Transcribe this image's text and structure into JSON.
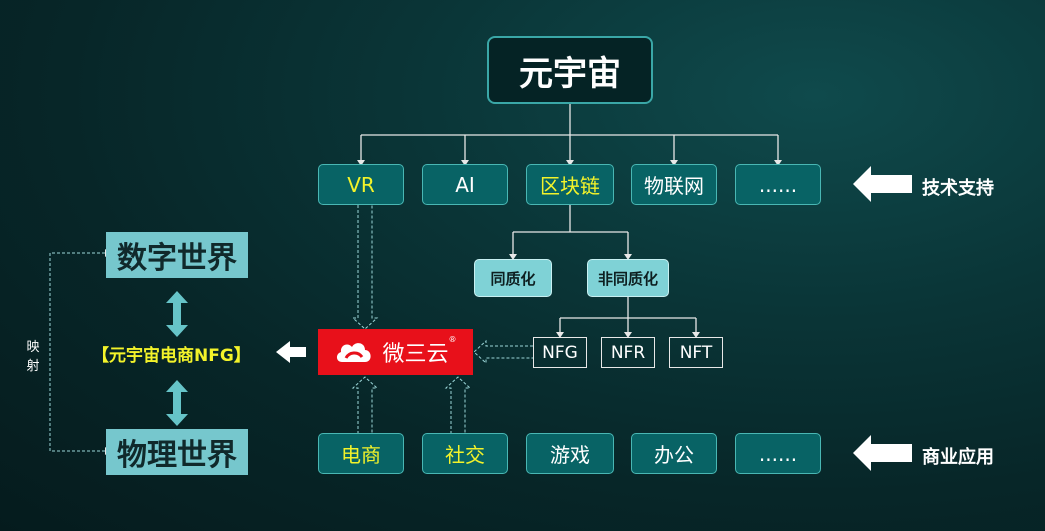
{
  "root": {
    "label": "元宇宙"
  },
  "tech_row": {
    "items": [
      {
        "label": "VR",
        "highlight": true
      },
      {
        "label": "AI",
        "highlight": false
      },
      {
        "label": "区块链",
        "highlight": true
      },
      {
        "label": "物联网",
        "highlight": false
      },
      {
        "label": "......",
        "highlight": false
      }
    ],
    "side_label": "技术支持"
  },
  "blockchain_children": [
    {
      "label": "同质化"
    },
    {
      "label": "非同质化"
    }
  ],
  "nonfungible_children": [
    {
      "label": "NFG",
      "highlight": true
    },
    {
      "label": "NFR",
      "highlight": false
    },
    {
      "label": "NFT",
      "highlight": false
    }
  ],
  "center": {
    "brand": "微三云",
    "brand_mark": "®"
  },
  "left": {
    "digital_world": "数字世界",
    "physical_world": "物理世界",
    "ecommerce_label": "【元宇宙电商NFG】",
    "mapping_label": "映射"
  },
  "biz_row": {
    "items": [
      {
        "label": "电商",
        "highlight": true
      },
      {
        "label": "社交",
        "highlight": true
      },
      {
        "label": "游戏",
        "highlight": false
      },
      {
        "label": "办公",
        "highlight": false
      },
      {
        "label": "......",
        "highlight": false
      }
    ],
    "side_label": "商业应用"
  },
  "colors": {
    "background": "#072628",
    "box_teal": "#086365",
    "box_light": "#7fd2d6",
    "highlight_text": "#f3f32a",
    "brand_red": "#e8101a"
  },
  "icons": [
    "arrow-left-icon",
    "double-arrow-vertical-icon",
    "cloud-logo-icon"
  ]
}
